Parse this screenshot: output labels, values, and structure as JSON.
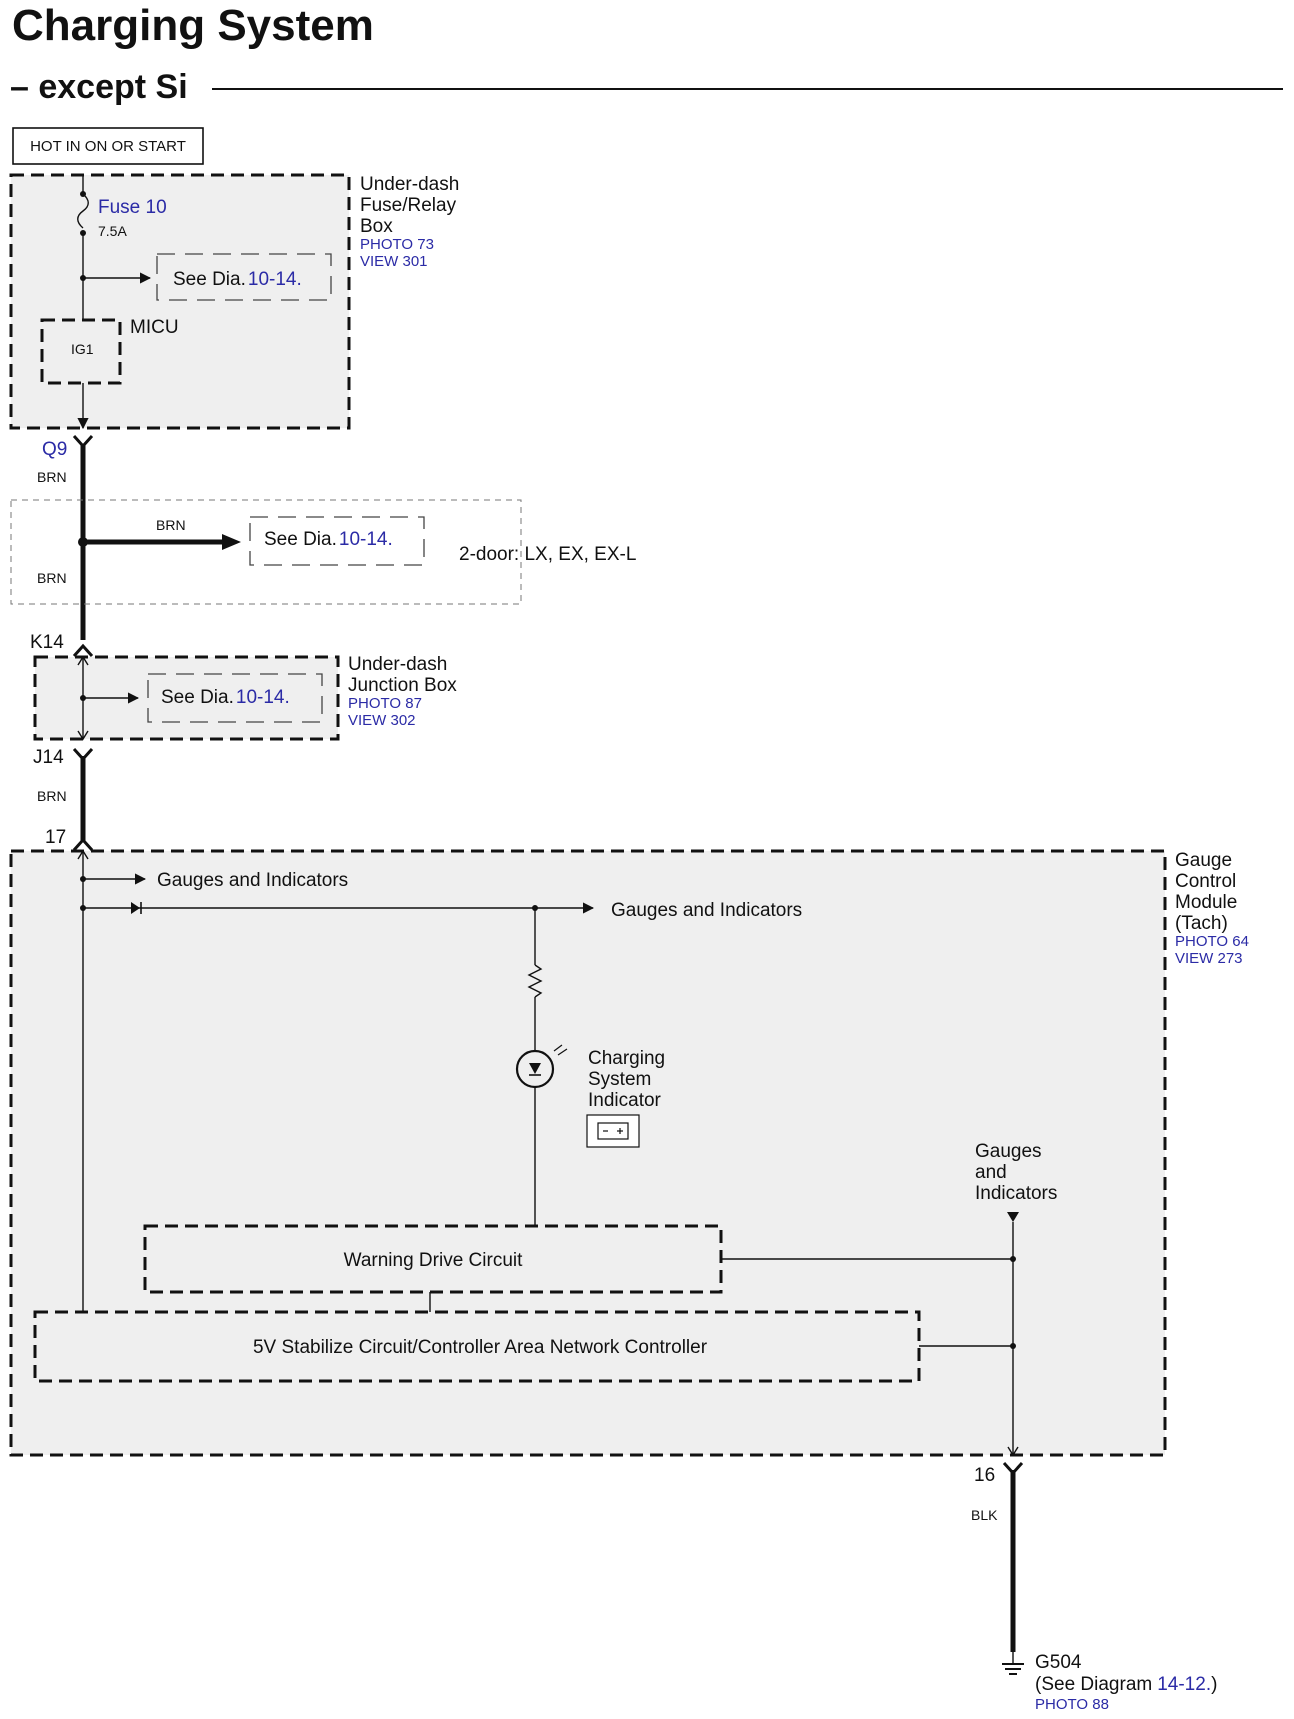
{
  "header": {
    "title": "Charging System",
    "subtitle": "– except Si"
  },
  "power_label": "HOT IN ON OR START",
  "fuse_box": {
    "name_lines": [
      "Under-dash",
      "Fuse/Relay",
      "Box"
    ],
    "photo": "PHOTO 73",
    "view": "VIEW 301",
    "fuse_name": "Fuse 10",
    "fuse_rating": "7.5A",
    "see_prefix": "See  Dia.",
    "see_ref": "10-14.",
    "micu_label": "MICU",
    "ig1_label": "IG1"
  },
  "connectors": {
    "q9": "Q9",
    "k14": "K14",
    "j14": "J14",
    "p17": "17",
    "p16": "16"
  },
  "wires": {
    "brn1": "BRN",
    "brn2": "BRN",
    "brn3": "BRN",
    "brn4": "BRN",
    "blk": "BLK"
  },
  "option_box": {
    "see_prefix": "See  Dia.",
    "see_ref": "10-14.",
    "variant_label": "2-door: LX, EX, EX-L"
  },
  "junction_box": {
    "name_lines": [
      "Under-dash",
      "Junction Box"
    ],
    "photo": "PHOTO 87",
    "view": "VIEW 302",
    "see_prefix": "See  Dia.",
    "see_ref": "10-14."
  },
  "gauge_module": {
    "name_lines": [
      "Gauge",
      "Control",
      "Module",
      "(Tach)"
    ],
    "photo": "PHOTO 64",
    "view": "VIEW 273",
    "gauges_1": "Gauges and Indicators",
    "gauges_2": "Gauges and Indicators",
    "gauges_3_lines": [
      "Gauges",
      "and",
      "Indicators"
    ],
    "indicator_lines": [
      "Charging",
      "System",
      "Indicator"
    ],
    "warning_circuit": "Warning Drive Circuit",
    "stabilize_circuit": "5V Stabilize Circuit/Controller Area Network Controller"
  },
  "ground": {
    "name": "G504",
    "see_prefix": "(See Diagram",
    "see_ref": "14-12.",
    "see_suffix": ")",
    "photo": "PHOTO 88"
  }
}
